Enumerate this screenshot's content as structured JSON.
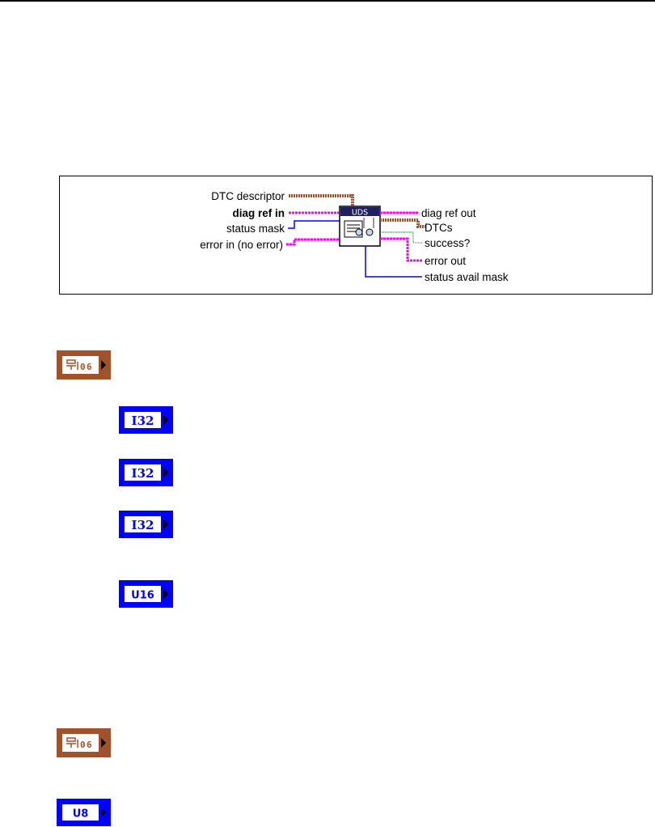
{
  "connector": {
    "inputs": {
      "dtc_descriptor": "DTC descriptor",
      "diag_ref_in": "diag ref in",
      "status_mask": "status mask",
      "error_in": "error in (no error)"
    },
    "outputs": {
      "diag_ref_out": "diag ref out",
      "dtcs": "DTCs",
      "success": "success?",
      "error_out": "error out",
      "status_avail_mask": "status avail mask"
    },
    "vi_icon_title": "UDS"
  },
  "terminals": [
    {
      "type": "cluster",
      "label": ""
    },
    {
      "type": "I32",
      "label": "I32"
    },
    {
      "type": "I32",
      "label": "I32"
    },
    {
      "type": "I32",
      "label": "I32"
    },
    {
      "type": "U16",
      "label": "U16"
    },
    {
      "type": "cluster",
      "label": ""
    },
    {
      "type": "U8",
      "label": "U8"
    }
  ],
  "colors": {
    "cluster": "#a0522d",
    "integer": "#0000ff",
    "diag_ref": "#ff00ff",
    "boolean": "#008000",
    "icon_title_bg": "#1f1f60"
  }
}
